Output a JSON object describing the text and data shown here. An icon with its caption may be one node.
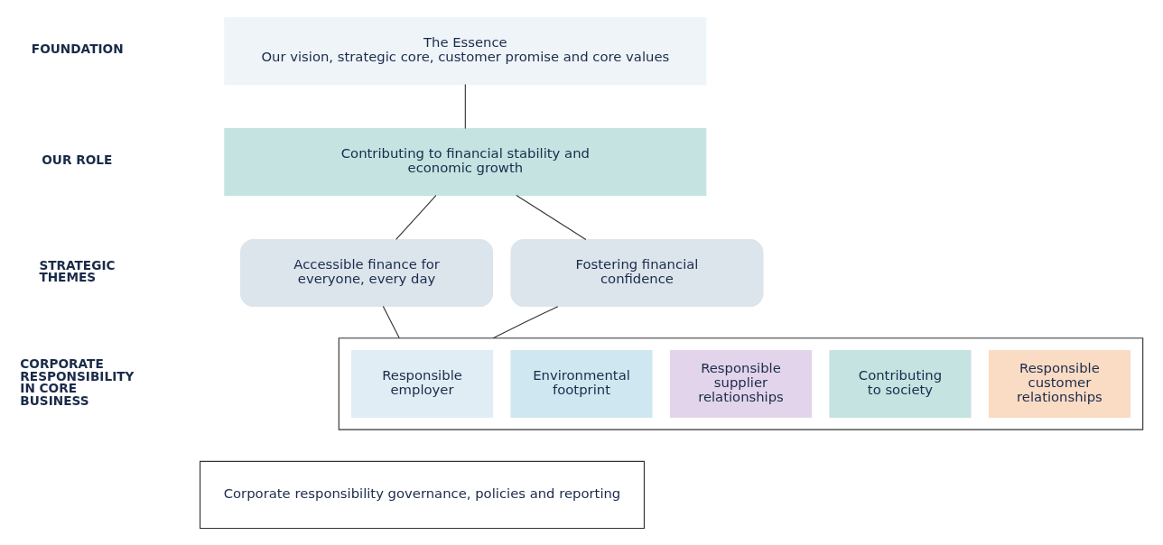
{
  "diagram": {
    "nodes": [
      {
        "text": [
          "The Essence",
          "Our vision, strategic core, customer promise and core values"
        ]
      },
      {
        "text": [
          "Contributing to financial stability and economic growth"
        ]
      },
      {
        "text": [
          "Fostering financial confidence"
        ]
      },
      {
        "text": [
          "Accessible finance for everyone, every day"
        ]
      },
      {
        "text": [],
        "shape": "bracket"
      },
      {
        "text": [
          "Contributing to society"
        ],
        "in": 4
      },
      {
        "text": [
          "Responsible customer relationships"
        ],
        "in": 4
      },
      {
        "text": [
          "Responsible employer"
        ],
        "in": 4
      },
      {
        "text": [
          "Environmental footprint"
        ],
        "in": 4
      },
      {
        "text": [
          "Responsible supplier relationships"
        ],
        "in": 4
      },
      {
        "text": [
          "Corporate responsibility governance, policies and reporting"
        ]
      }
    ],
    "edges": [
      {
        "from": 0,
        "to": 1,
        "arrow": "none"
      },
      {
        "from": 1,
        "to": 2,
        "arrow": "none"
      },
      {
        "from": 1,
        "to": 3,
        "arrow": "none"
      },
      {
        "from": 2,
        "to": 4,
        "arrow": "none"
      },
      {
        "from": 3,
        "to": 4,
        "arrow": "none"
      }
    ],
    "labels": [
      "FOUNDATION",
      "OUR ROLE",
      "STRATEGIC THEMES",
      "CORPORATE RESPONSIBILITY IN CORE BUSINESS"
    ]
  }
}
